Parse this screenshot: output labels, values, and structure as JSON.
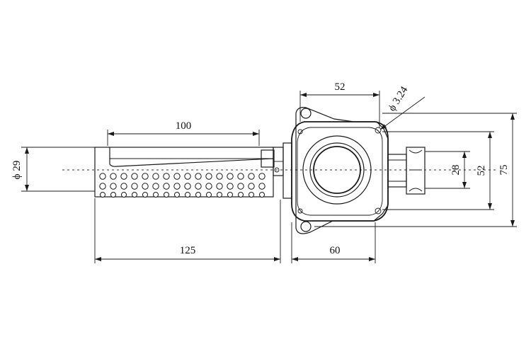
{
  "dimensions": {
    "tube_length": "100",
    "tube_diameter": "ϕ 29",
    "total_length": "125",
    "housing_width": "60",
    "housing_opening": "52",
    "mount_hole": "ϕ 3.24",
    "port_height": "28",
    "mount_spacing": "52",
    "overall_height": "75"
  },
  "colors": {
    "line": "#1a1a1a",
    "background": "#ffffff"
  }
}
